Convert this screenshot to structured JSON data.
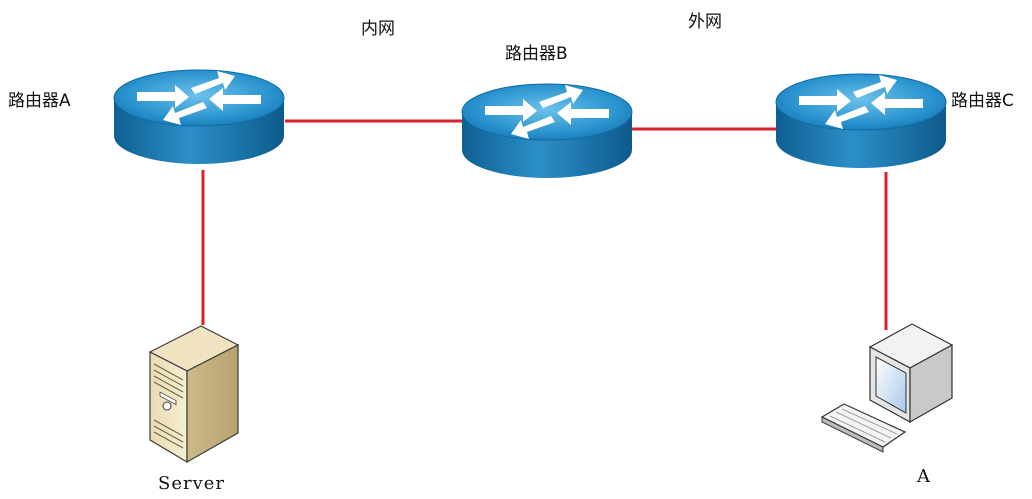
{
  "diagram": {
    "link_color": "#d9202a",
    "router_color": "#1f7fb6",
    "labels": {
      "router_a": "路由器A",
      "router_b": "路由器B",
      "router_c": "路由器C",
      "inner_net": "内网",
      "outer_net": "外网",
      "server": "Server",
      "client_a": "A"
    },
    "nodes": [
      {
        "id": "router_a",
        "type": "router"
      },
      {
        "id": "router_b",
        "type": "router"
      },
      {
        "id": "router_c",
        "type": "router"
      },
      {
        "id": "server",
        "type": "server"
      },
      {
        "id": "client_a",
        "type": "workstation"
      }
    ],
    "links": [
      {
        "from": "router_a",
        "to": "router_b"
      },
      {
        "from": "router_b",
        "to": "router_c"
      },
      {
        "from": "router_a",
        "to": "server"
      },
      {
        "from": "router_c",
        "to": "client_a"
      }
    ]
  }
}
